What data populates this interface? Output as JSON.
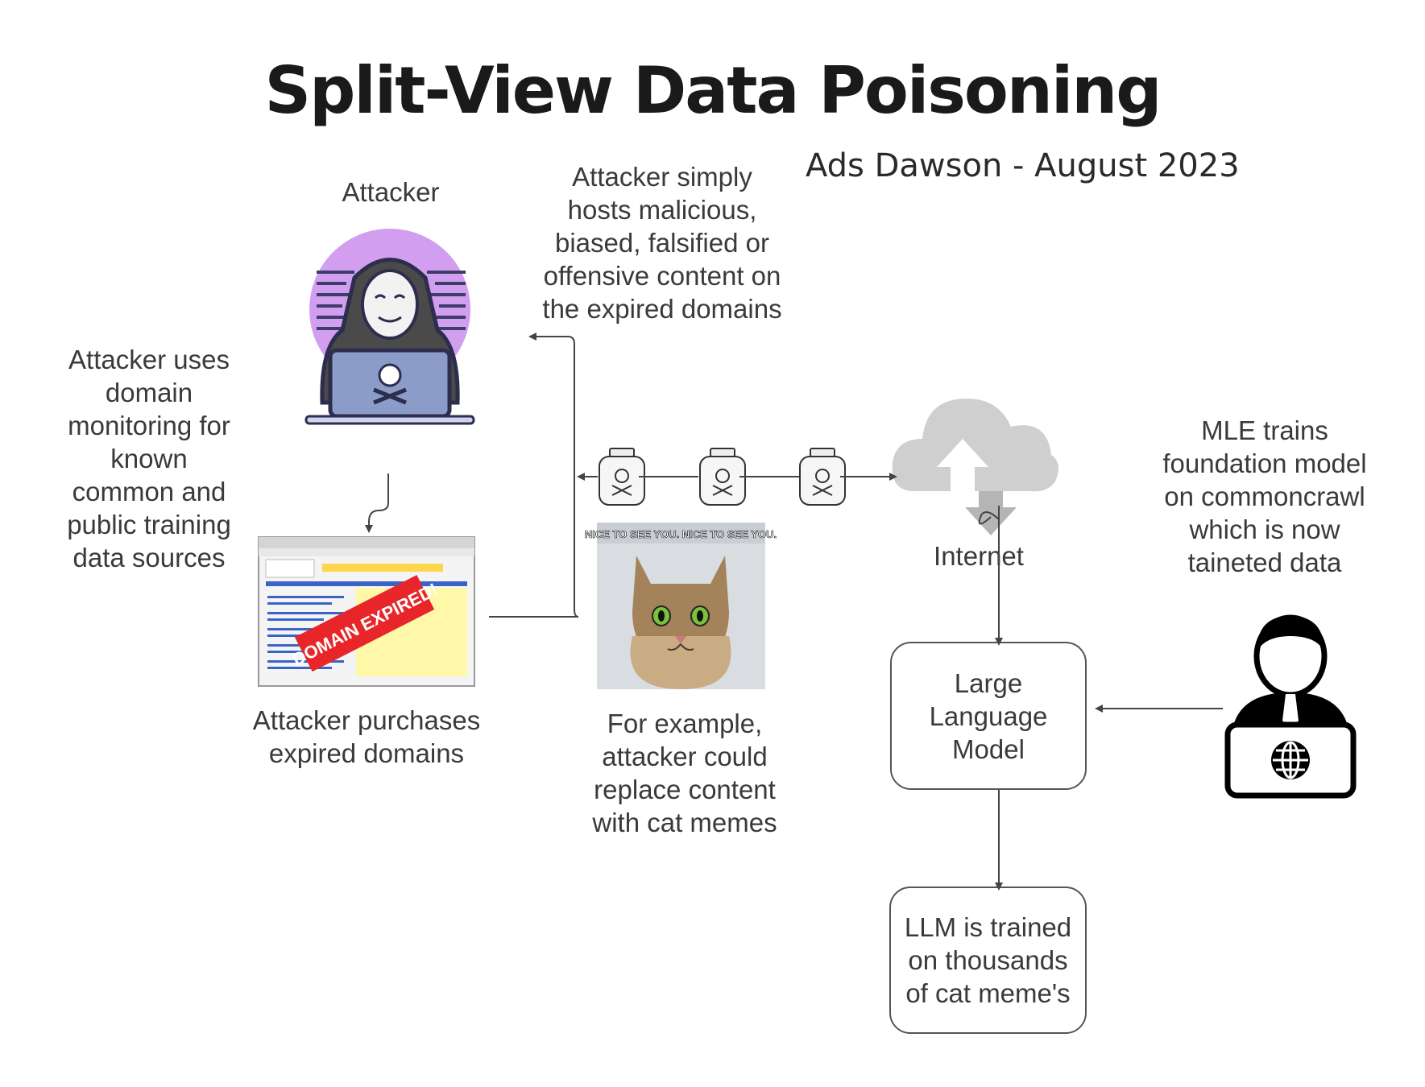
{
  "title": "Split-View Data Poisoning",
  "subtitle": "Ads Dawson - August 2023",
  "labels": {
    "attacker": "Attacker",
    "attacker_hosts": "Attacker simply hosts malicious, biased, falsified or offensive content on the expired domains",
    "domain_monitoring": "Attacker uses domain monitoring for known common and public training data sources",
    "purchases": "Attacker purchases expired domains",
    "cat_example": "For example, attacker could replace content with cat memes",
    "internet": "Internet",
    "mle_trains": "MLE trains foundation model on commoncrawl which is now taineted data"
  },
  "boxes": {
    "llm": "Large Language Model",
    "llm_trained": "LLM is trained on thousands of cat meme's"
  },
  "images": {
    "domain_stamp": "DOMAIN EXPIRED!",
    "meme_caption": "NICE TO SEE YOU. NICE TO SEE YOU."
  },
  "colors": {
    "hacker_circle": "#d29ff0",
    "expired_stamp": "#e8262a",
    "cloud": "#cfcfcf",
    "arrow": "#444444"
  }
}
